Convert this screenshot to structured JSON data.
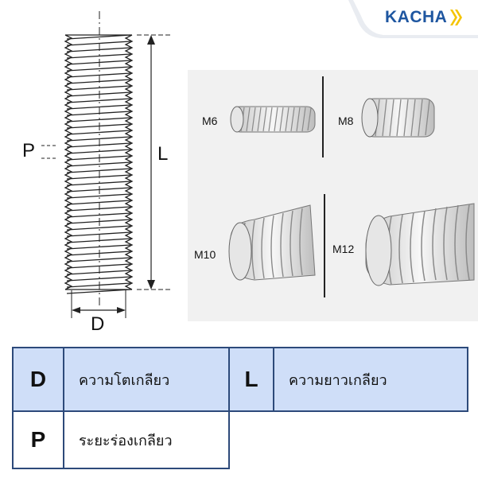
{
  "brand": {
    "name": "KACHA",
    "color": "#1e56a0",
    "accent": "#f5c400"
  },
  "diagram": {
    "labels": {
      "pitch": "P",
      "length": "L",
      "diameter": "D"
    },
    "sizes": [
      "M6",
      "M8",
      "M10",
      "M12"
    ]
  },
  "legend": [
    {
      "symbol": "D",
      "description": "ความโตเกลียว"
    },
    {
      "symbol": "L",
      "description": "ความยาวเกลียว"
    },
    {
      "symbol": "P",
      "description": "ระยะร่องเกลียว"
    }
  ],
  "colors": {
    "table_highlight": "#cfdef8",
    "table_border": "#2d4a7a"
  }
}
